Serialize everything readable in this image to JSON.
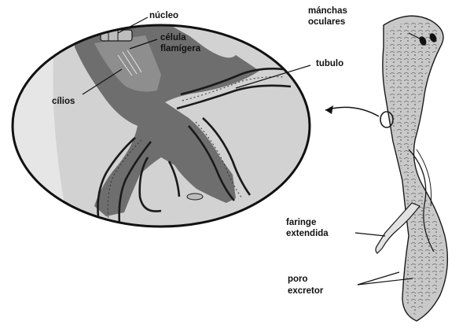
{
  "labels": {
    "nucleo": "núcleo",
    "celula_l1": "célula",
    "celula_l2": "flamígera",
    "cilios": "cílios",
    "tubulo": "tubulo",
    "manchas_l1": "mánchas",
    "manchas_l2": "oculares",
    "faringe_l1": "faringe",
    "faringe_l2": "extendida",
    "poro_l1": "poro",
    "poro_l2": "excretor"
  },
  "colors": {
    "background": "#ffffff",
    "ink": "#1a1a1a",
    "cell_body": "#6e6e6e",
    "cell_light": "#9a9a9a",
    "inset_bg": "#cfcfcf",
    "worm_body": "#c9c9c9"
  }
}
